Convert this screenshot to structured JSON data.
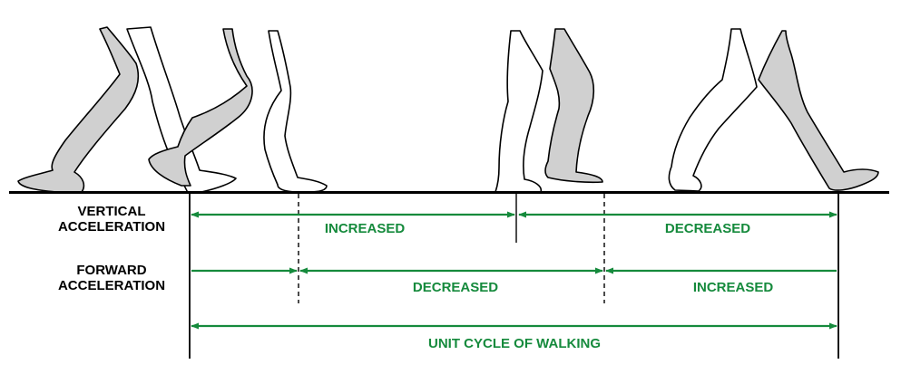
{
  "colors": {
    "accent": "#158a3c",
    "leg_fill": "#d0d0d0",
    "outline": "#000000"
  },
  "rows": {
    "vertical": {
      "label_line1": "VERTICAL",
      "label_line2": "ACCELERATION",
      "seg1": "INCREASED",
      "seg2": "DECREASED"
    },
    "forward": {
      "label_line1": "FORWARD",
      "label_line2": "ACCELERATION",
      "seg1": "DECREASED",
      "seg2": "INCREASED"
    },
    "cycle": {
      "label": "UNIT CYCLE OF WALKING"
    }
  },
  "figures": [
    {
      "name": "heel-strike-legs"
    },
    {
      "name": "mid-swing-legs"
    },
    {
      "name": "mid-stance-legs"
    },
    {
      "name": "toe-off-legs"
    }
  ]
}
